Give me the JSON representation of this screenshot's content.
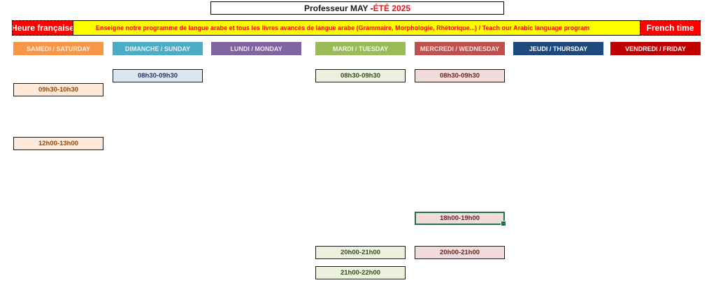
{
  "header": {
    "title_main": "Professeur MAY - ",
    "title_season": "ÉTÉ 2025"
  },
  "banner": {
    "left_label": "Heure française",
    "description": "Enseigne notre programme de langue arabe et tous les livres avancés de langue arabe (Grammaire, Morphologie, Rhétorique...) / Teach our Arabic language program",
    "right_label": "French time",
    "colors": {
      "red": "#ff0000",
      "yellow": "#ffff00"
    }
  },
  "days": [
    {
      "label": "SAMEDI / SATURDAY",
      "bg": "#f79646",
      "fg": "#fdf0e4"
    },
    {
      "label": "DIMANCHE / SUNDAY",
      "bg": "#4bacc6",
      "fg": "#e4f3f7"
    },
    {
      "label": "LUNDI / MONDAY",
      "bg": "#8064a2",
      "fg": "#ebe4f2"
    },
    {
      "label": "MARDI / TUESDAY",
      "bg": "#9bbb59",
      "fg": "#f1f6e7"
    },
    {
      "label": "MERCREDI / WEDNESDAY",
      "bg": "#c0504d",
      "fg": "#f7e2e1"
    },
    {
      "label": "JEUDI / THURSDAY",
      "bg": "#1f497d",
      "fg": "#ffffff"
    },
    {
      "label": "VENDREDI / FRIDAY",
      "bg": "#c00000",
      "fg": "#ffffff"
    }
  ],
  "slots": {
    "saturday": [
      "09h30-10h30",
      "12h00-13h00"
    ],
    "sunday": [
      "08h30-09h30"
    ],
    "tuesday": [
      "08h30-09h30",
      "20h00-21h00",
      "21h00-22h00"
    ],
    "wednesday": [
      "08h30-09h30",
      "18h00-19h00",
      "20h00-21h00"
    ]
  },
  "slot_colors": {
    "saturday": {
      "bg": "#fde9d9",
      "fg": "#974706"
    },
    "sunday": {
      "bg": "#dce6f1",
      "fg": "#1f3864"
    },
    "tuesday": {
      "bg": "#ebf1de",
      "fg": "#3a4b1f"
    },
    "wednesday": {
      "bg": "#f2dcdb",
      "fg": "#632523"
    }
  }
}
